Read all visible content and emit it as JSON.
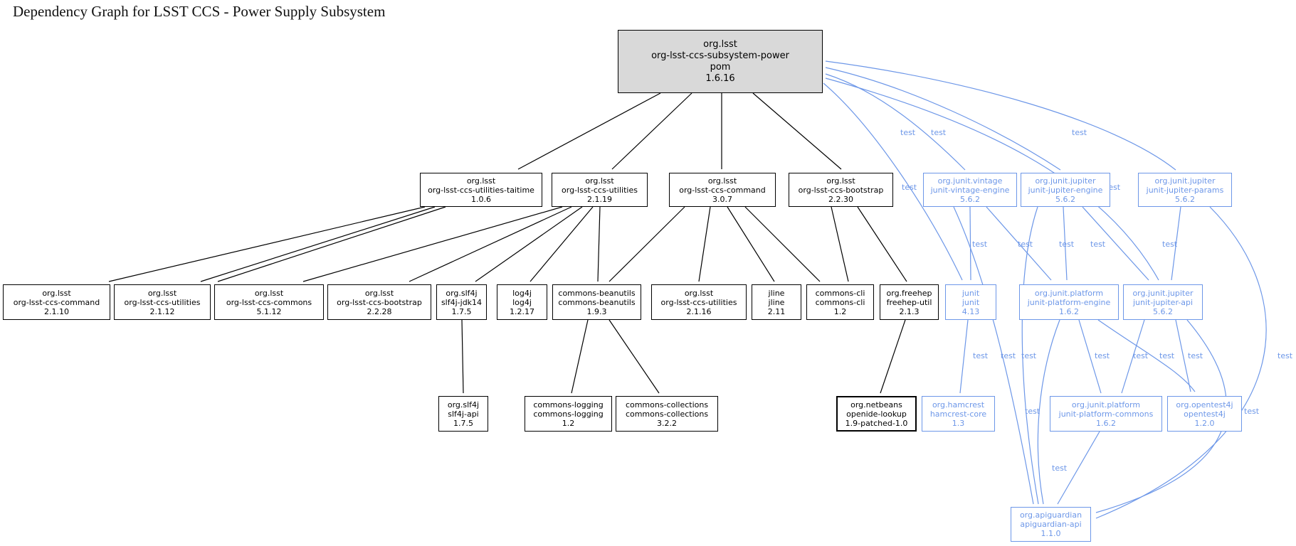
{
  "title": "Dependency Graph for LSST CCS - Power Supply Subsystem",
  "edge_label": "test",
  "colors": {
    "test_blue": "#6d97e8",
    "node_border": "#000000",
    "root_fill": "#d9d9d9",
    "node_fill": "#ffffff"
  },
  "nodes": {
    "root": {
      "group": "org.lsst",
      "artifact": "org-lsst-ccs-subsystem-power",
      "packaging": "pom",
      "version": "1.6.16"
    },
    "taitime": {
      "group": "org.lsst",
      "artifact": "org-lsst-ccs-utilities-taitime",
      "version": "1.0.6"
    },
    "util219": {
      "group": "org.lsst",
      "artifact": "org-lsst-ccs-utilities",
      "version": "2.1.19"
    },
    "cmd307": {
      "group": "org.lsst",
      "artifact": "org-lsst-ccs-command",
      "version": "3.0.7"
    },
    "boot2230": {
      "group": "org.lsst",
      "artifact": "org-lsst-ccs-bootstrap",
      "version": "2.2.30"
    },
    "vintage": {
      "group": "org.junit.vintage",
      "artifact": "junit-vintage-engine",
      "version": "5.6.2"
    },
    "jupengine": {
      "group": "org.junit.jupiter",
      "artifact": "junit-jupiter-engine",
      "version": "5.6.2"
    },
    "jupparams": {
      "group": "org.junit.jupiter",
      "artifact": "junit-jupiter-params",
      "version": "5.6.2"
    },
    "cmd2110": {
      "group": "org.lsst",
      "artifact": "org-lsst-ccs-command",
      "version": "2.1.10"
    },
    "util2112": {
      "group": "org.lsst",
      "artifact": "org-lsst-ccs-utilities",
      "version": "2.1.12"
    },
    "commons5112": {
      "group": "org.lsst",
      "artifact": "org-lsst-ccs-commons",
      "version": "5.1.12"
    },
    "boot2228": {
      "group": "org.lsst",
      "artifact": "org-lsst-ccs-bootstrap",
      "version": "2.2.28"
    },
    "slf4jjdk14": {
      "group": "org.slf4j",
      "artifact": "slf4j-jdk14",
      "version": "1.7.5"
    },
    "log4j": {
      "group": "log4j",
      "artifact": "log4j",
      "version": "1.2.17"
    },
    "beanutils": {
      "group": "commons-beanutils",
      "artifact": "commons-beanutils",
      "version": "1.9.3"
    },
    "util2116": {
      "group": "org.lsst",
      "artifact": "org-lsst-ccs-utilities",
      "version": "2.1.16"
    },
    "jline": {
      "group": "jline",
      "artifact": "jline",
      "version": "2.11"
    },
    "commonscli": {
      "group": "commons-cli",
      "artifact": "commons-cli",
      "version": "1.2"
    },
    "freehep": {
      "group": "org.freehep",
      "artifact": "freehep-util",
      "version": "2.1.3"
    },
    "junit": {
      "group": "junit",
      "artifact": "junit",
      "version": "4.13"
    },
    "platformengine": {
      "group": "org.junit.platform",
      "artifact": "junit-platform-engine",
      "version": "1.6.2"
    },
    "jupiterapi": {
      "group": "org.junit.jupiter",
      "artifact": "junit-jupiter-api",
      "version": "5.6.2"
    },
    "slf4japi": {
      "group": "org.slf4j",
      "artifact": "slf4j-api",
      "version": "1.7.5"
    },
    "commonslogging": {
      "group": "commons-logging",
      "artifact": "commons-logging",
      "version": "1.2"
    },
    "commonscollections": {
      "group": "commons-collections",
      "artifact": "commons-collections",
      "version": "3.2.2"
    },
    "openide": {
      "group": "org.netbeans",
      "artifact": "openide-lookup",
      "version": "1.9-patched-1.0"
    },
    "hamcrest": {
      "group": "org.hamcrest",
      "artifact": "hamcrest-core",
      "version": "1.3"
    },
    "platformcommons": {
      "group": "org.junit.platform",
      "artifact": "junit-platform-commons",
      "version": "1.6.2"
    },
    "opentest4j": {
      "group": "org.opentest4j",
      "artifact": "opentest4j",
      "version": "1.2.0"
    },
    "apiguardian": {
      "group": "org.apiguardian",
      "artifact": "apiguardian-api",
      "version": "1.1.0"
    }
  },
  "edges": [
    {
      "from": "root",
      "to": "taitime",
      "scope": "compile"
    },
    {
      "from": "root",
      "to": "util219",
      "scope": "compile"
    },
    {
      "from": "root",
      "to": "cmd307",
      "scope": "compile"
    },
    {
      "from": "root",
      "to": "boot2230",
      "scope": "compile"
    },
    {
      "from": "taitime",
      "to": "cmd2110",
      "scope": "compile"
    },
    {
      "from": "taitime",
      "to": "util2112",
      "scope": "compile"
    },
    {
      "from": "taitime",
      "to": "commons5112",
      "scope": "compile"
    },
    {
      "from": "util219",
      "to": "commons5112",
      "scope": "compile"
    },
    {
      "from": "util219",
      "to": "boot2228",
      "scope": "compile"
    },
    {
      "from": "util219",
      "to": "slf4jjdk14",
      "scope": "compile"
    },
    {
      "from": "util219",
      "to": "log4j",
      "scope": "compile"
    },
    {
      "from": "util219",
      "to": "beanutils",
      "scope": "compile"
    },
    {
      "from": "cmd307",
      "to": "beanutils",
      "scope": "compile"
    },
    {
      "from": "cmd307",
      "to": "util2116",
      "scope": "compile"
    },
    {
      "from": "cmd307",
      "to": "jline",
      "scope": "compile"
    },
    {
      "from": "cmd307",
      "to": "commonscli",
      "scope": "compile"
    },
    {
      "from": "boot2230",
      "to": "commonscli",
      "scope": "compile"
    },
    {
      "from": "boot2230",
      "to": "freehep",
      "scope": "compile"
    },
    {
      "from": "slf4jjdk14",
      "to": "slf4japi",
      "scope": "compile"
    },
    {
      "from": "beanutils",
      "to": "commonslogging",
      "scope": "compile"
    },
    {
      "from": "beanutils",
      "to": "commonscollections",
      "scope": "compile"
    },
    {
      "from": "freehep",
      "to": "openide",
      "scope": "compile"
    },
    {
      "from": "root",
      "to": "vintage",
      "scope": "test"
    },
    {
      "from": "root",
      "to": "jupengine",
      "scope": "test"
    },
    {
      "from": "root",
      "to": "jupparams",
      "scope": "test"
    },
    {
      "from": "root",
      "to": "junit",
      "scope": "test"
    },
    {
      "from": "root",
      "to": "jupiterapi",
      "scope": "test"
    },
    {
      "from": "vintage",
      "to": "junit",
      "scope": "test"
    },
    {
      "from": "vintage",
      "to": "platformengine",
      "scope": "test"
    },
    {
      "from": "jupengine",
      "to": "platformengine",
      "scope": "test"
    },
    {
      "from": "jupengine",
      "to": "jupiterapi",
      "scope": "test"
    },
    {
      "from": "jupparams",
      "to": "jupiterapi",
      "scope": "test"
    },
    {
      "from": "junit",
      "to": "hamcrest",
      "scope": "test"
    },
    {
      "from": "vintage",
      "to": "apiguardian",
      "scope": "test"
    },
    {
      "from": "jupengine",
      "to": "apiguardian",
      "scope": "test"
    },
    {
      "from": "platformengine",
      "to": "platformcommons",
      "scope": "test"
    },
    {
      "from": "jupiterapi",
      "to": "platformcommons",
      "scope": "test"
    },
    {
      "from": "platformengine",
      "to": "opentest4j",
      "scope": "test"
    },
    {
      "from": "jupiterapi",
      "to": "opentest4j",
      "scope": "test"
    },
    {
      "from": "jupparams",
      "to": "apiguardian",
      "scope": "test"
    },
    {
      "from": "platformengine",
      "to": "apiguardian",
      "scope": "test"
    },
    {
      "from": "jupiterapi",
      "to": "apiguardian",
      "scope": "test"
    },
    {
      "from": "platformcommons",
      "to": "apiguardian",
      "scope": "test"
    }
  ]
}
